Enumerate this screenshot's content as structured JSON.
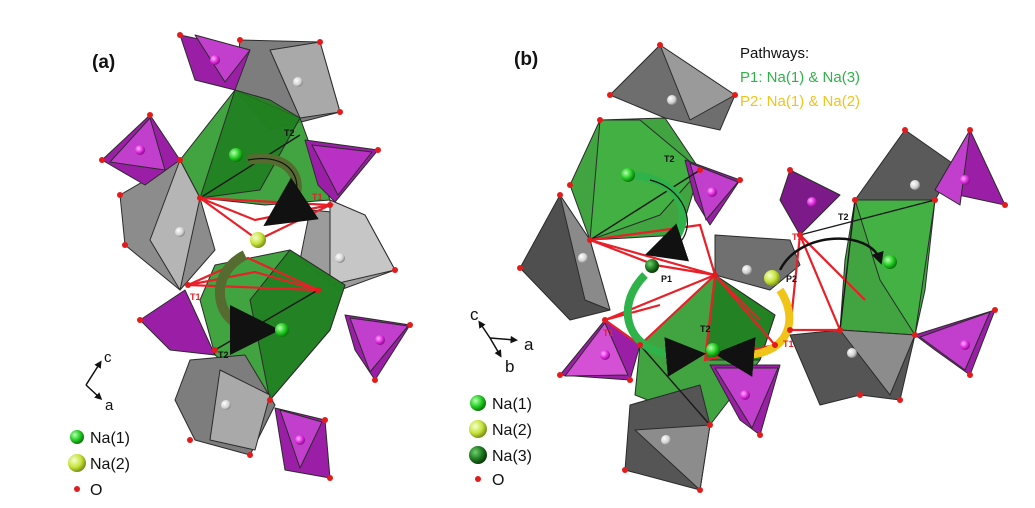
{
  "panels": {
    "a": {
      "label": "(a)"
    },
    "b": {
      "label": "(b)"
    }
  },
  "pathways": {
    "title": "Pathways:",
    "p1": {
      "text": "P1: Na(1) & Na(3)",
      "color": "#2fb24a"
    },
    "p2": {
      "text": "P2: Na(1) & Na(2)",
      "color": "#f0c419"
    }
  },
  "site_labels": {
    "t1": "T1",
    "t2": "T2",
    "p1": "P1",
    "p2": "P2"
  },
  "axes_a": {
    "c": "c",
    "a": "a"
  },
  "axes_b": {
    "c": "c",
    "a": "a",
    "b": "b"
  },
  "legend_a": {
    "na1": "Na(1)",
    "na2": "Na(2)",
    "o": "O"
  },
  "legend_b": {
    "na1": "Na(1)",
    "na2": "Na(2)",
    "na3": "Na(3)",
    "o": "O"
  },
  "colors": {
    "na1": "#22cc22",
    "na2": "#c6e33a",
    "na3": "#1f7a1f",
    "oxygen": "#e41b1b",
    "tetra": "#9a1fa6",
    "octa_gray": "#8c8c8c",
    "prism_green": "#2c9a2c",
    "bond": "#e8202a"
  }
}
